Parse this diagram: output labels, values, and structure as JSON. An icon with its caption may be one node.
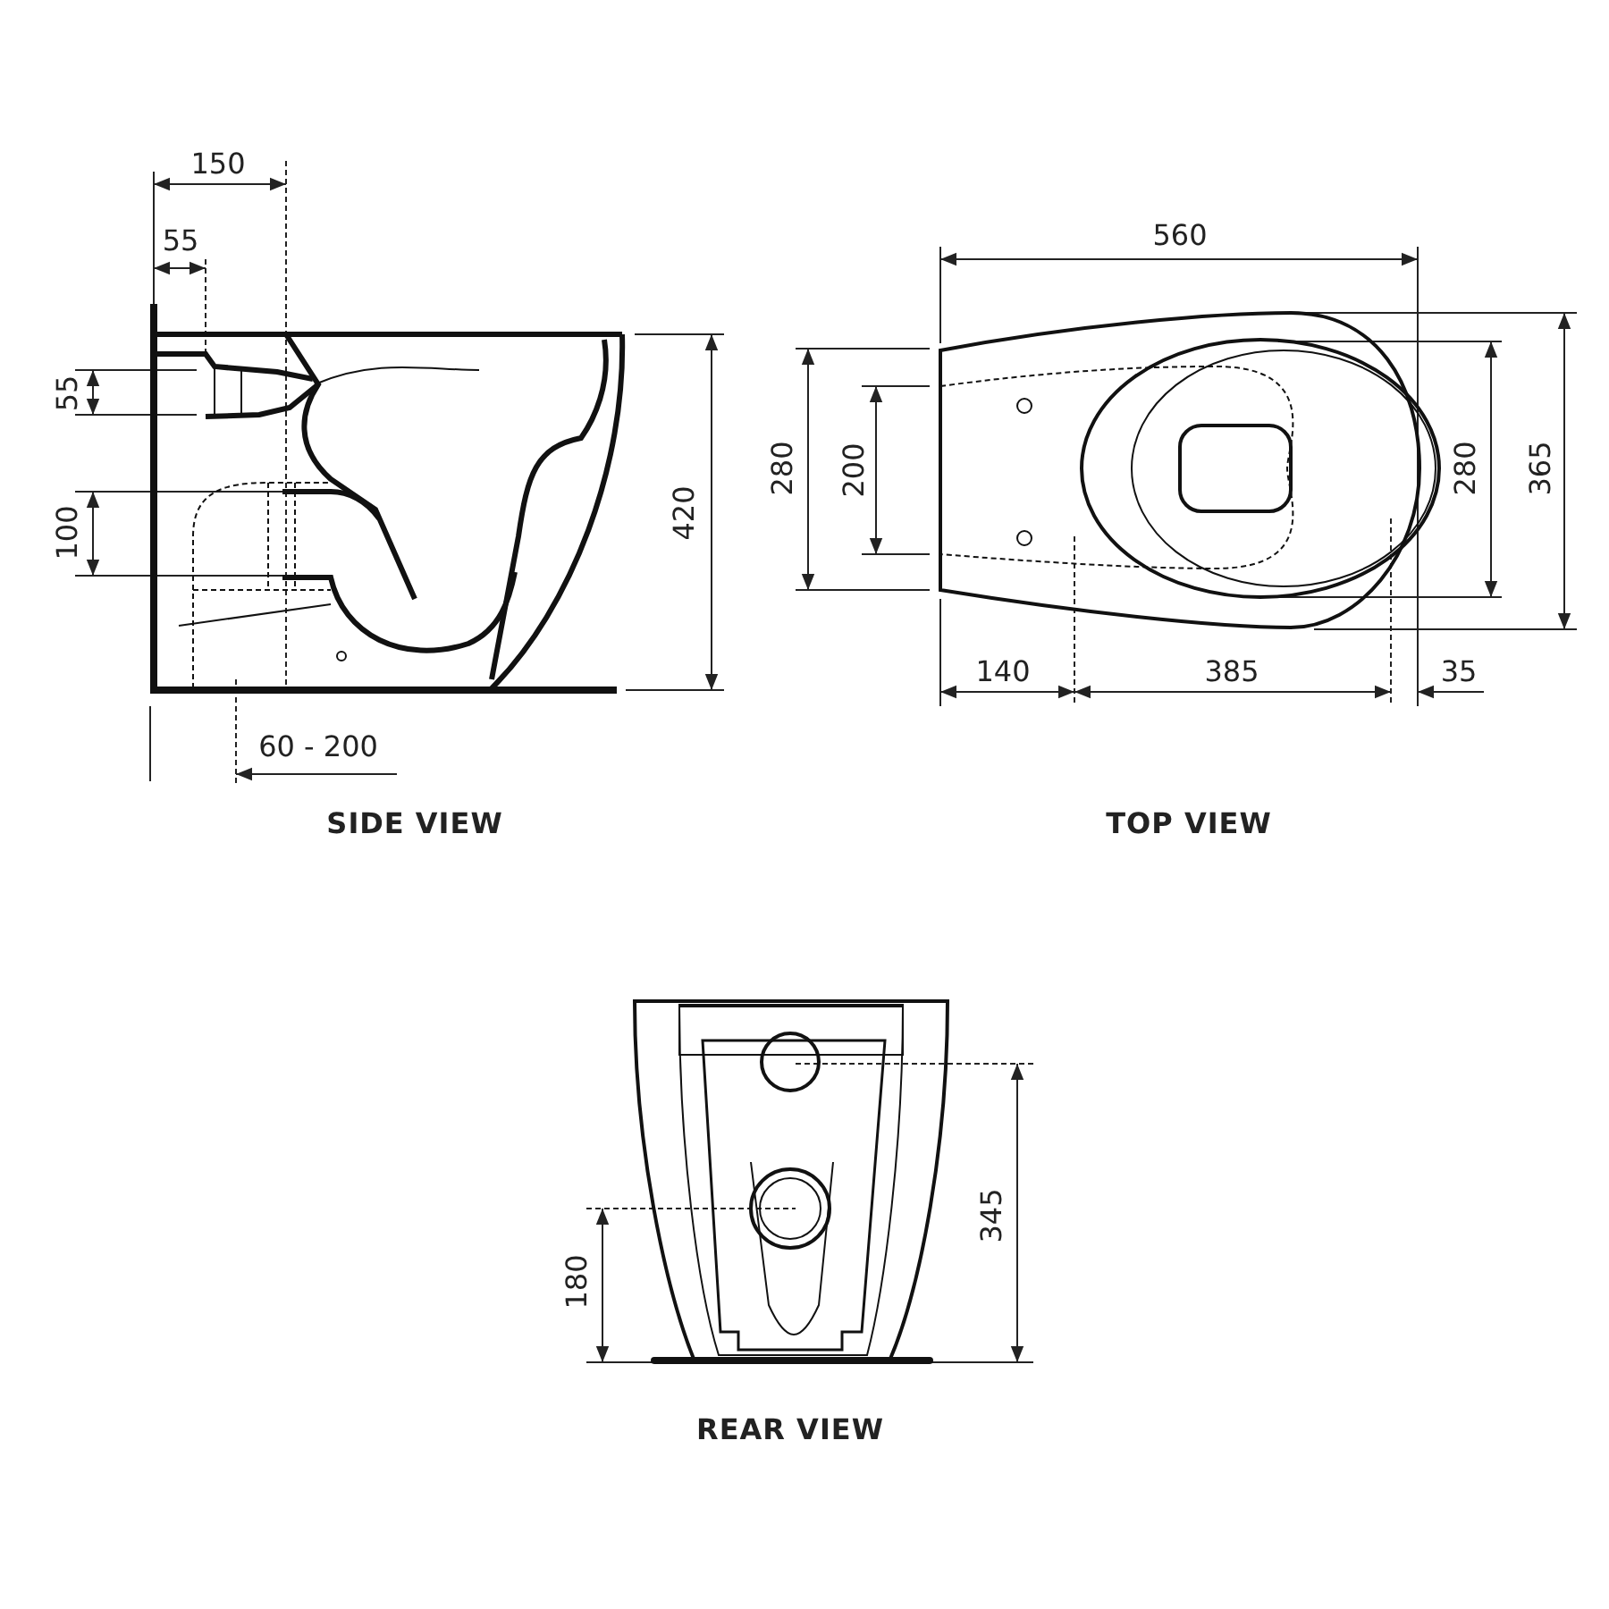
{
  "diagram": {
    "labels": [
      "150",
      "55",
      "55",
      "100",
      "420",
      "60 - 200",
      "SIDE VIEW",
      "560",
      "280",
      "200",
      "280",
      "365",
      "140",
      "385",
      "35",
      "TOP VIEW",
      "345",
      "180",
      "REAR VIEW"
    ]
  }
}
